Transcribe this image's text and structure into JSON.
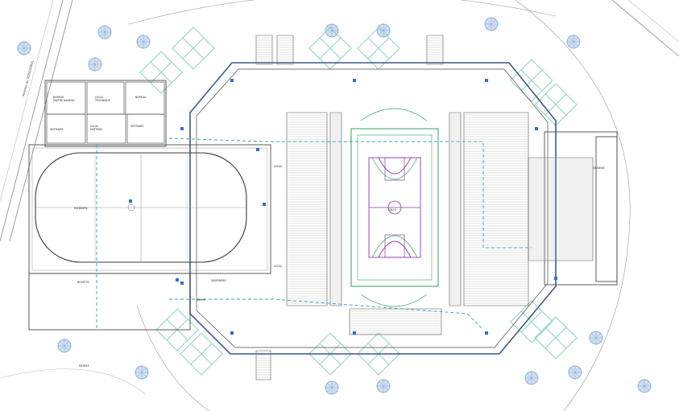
{
  "plan": {
    "road_label": "Avenue du ROSSIGNOL",
    "rooms": {
      "office_a": "BUREAU\nMAITRE NAGEUR",
      "office_b": "LOCAL\nTECHNIQUE",
      "office_c": "BUREAU",
      "storage": "LOCAL\nMATERIEL",
      "changing_1": "VESTIAIRE",
      "changing_2": "VESTIAIRE",
      "wc": "SANITAIRES",
      "ice_rink": "PATINOIRE",
      "bar": "BUVETTE",
      "tech_1": "LOCAL",
      "tech_2": "LOCAL",
      "ramp": "RAMPE",
      "stand_label": "GRADINS",
      "court_label": "SALLE",
      "entry": "ENTREE"
    },
    "colors": {
      "line": "#4a4a4a",
      "thin": "#9a9a9a",
      "facade": "#3c5a86",
      "canopy": "#8fd3c7",
      "court_green": "#2fa35a",
      "court_purple": "#8a3aa8",
      "dash_cyan": "#2aa3b6",
      "column_blue": "#2f6fcf"
    }
  }
}
